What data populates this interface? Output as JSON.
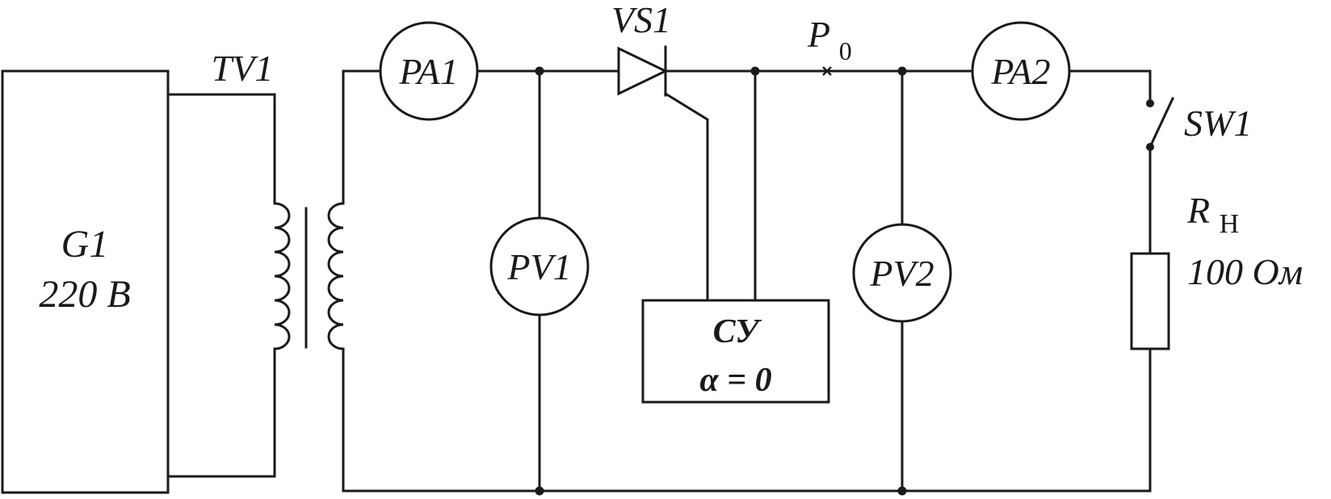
{
  "generator": {
    "name": "G1",
    "voltage": "220 В"
  },
  "transformer": {
    "name": "TV1"
  },
  "meters": {
    "pa1": "PA1",
    "pv1": "PV1",
    "pv2": "PV2",
    "pa2": "PA2"
  },
  "thyristor": {
    "name": "VS1"
  },
  "control_unit": {
    "name": "СУ",
    "setting": "α = 0"
  },
  "test_point": {
    "letter": "P",
    "subscript": "0"
  },
  "switch": {
    "name": "SW1"
  },
  "load": {
    "letter": "R",
    "subscript": "Н",
    "value": "100 Ом"
  }
}
